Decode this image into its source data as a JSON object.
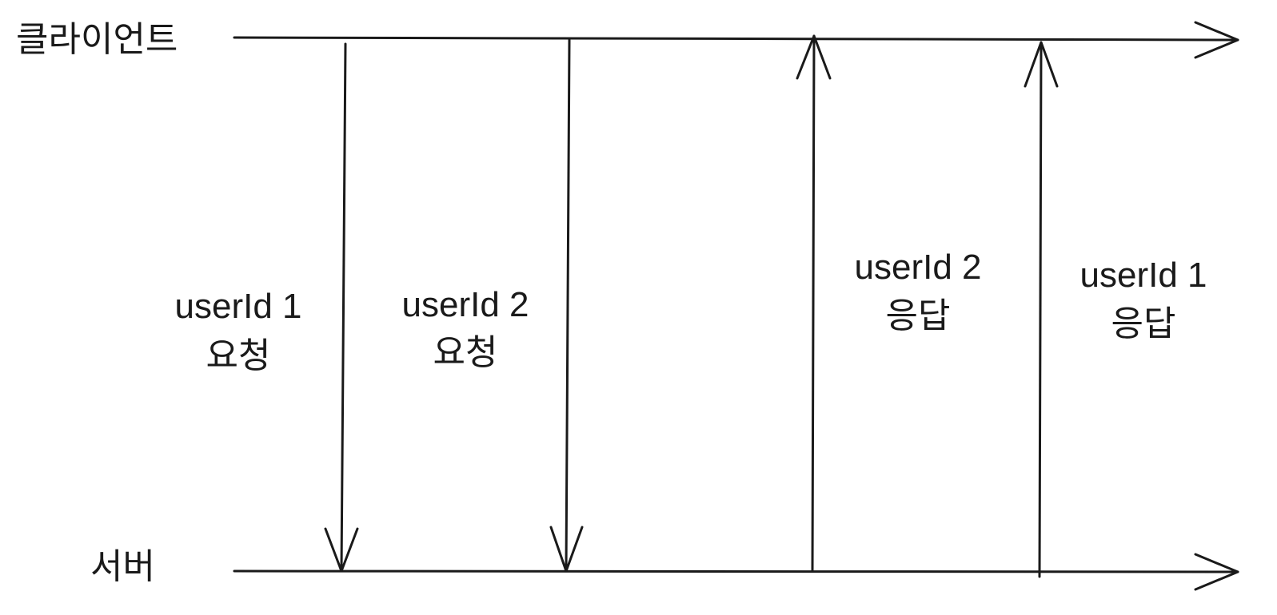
{
  "timelines": {
    "client": "클라이언트",
    "server": "서버"
  },
  "messages": [
    {
      "id": "userId 1",
      "action": "요청",
      "direction": "client-to-server"
    },
    {
      "id": "userId 2",
      "action": "요청",
      "direction": "client-to-server"
    },
    {
      "id": "userId 2",
      "action": "응답",
      "direction": "server-to-client"
    },
    {
      "id": "userId 1",
      "action": "응답",
      "direction": "server-to-client"
    }
  ],
  "colors": {
    "stroke": "#1a1a1a",
    "background": "#ffffff"
  }
}
